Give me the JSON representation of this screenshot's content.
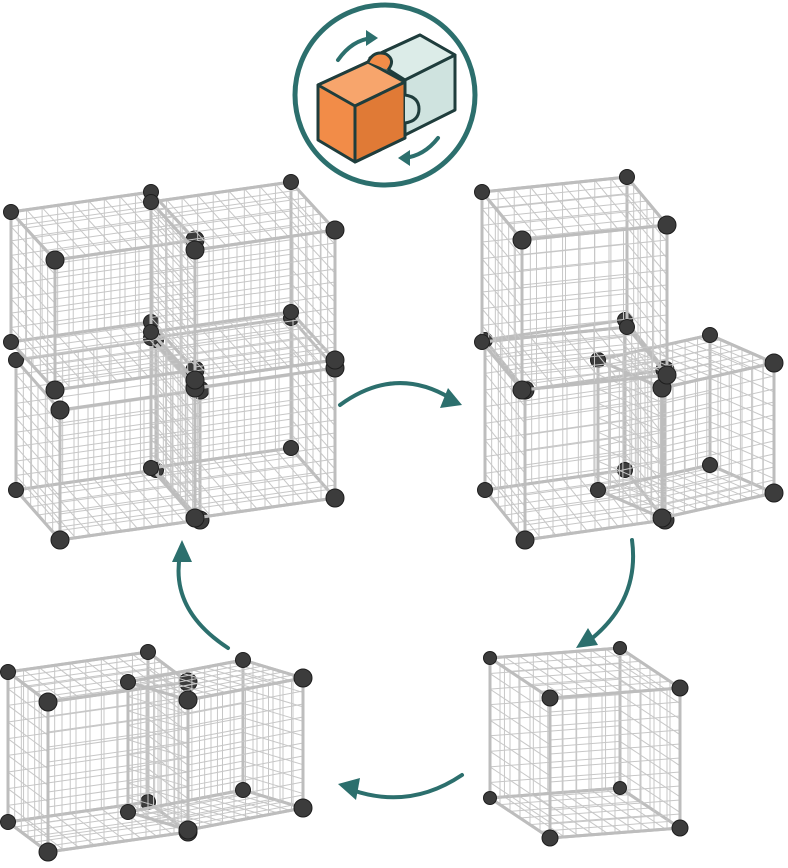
{
  "palette": {
    "accent": "#2c6f6d",
    "cube_orange": "#f28c48",
    "cube_mint": "#cfe3df",
    "wire": "#bdbdbd",
    "connector": "#3c3c3c"
  },
  "illustration": {
    "badge_icon": "puzzle-cube-icon",
    "configurations": [
      {
        "name": "four-cube-square",
        "cubes": 4
      },
      {
        "name": "three-cube-l-shape",
        "cubes": 3
      },
      {
        "name": "single-cube",
        "cubes": 1
      },
      {
        "name": "two-cube-row",
        "cubes": 2
      }
    ]
  }
}
